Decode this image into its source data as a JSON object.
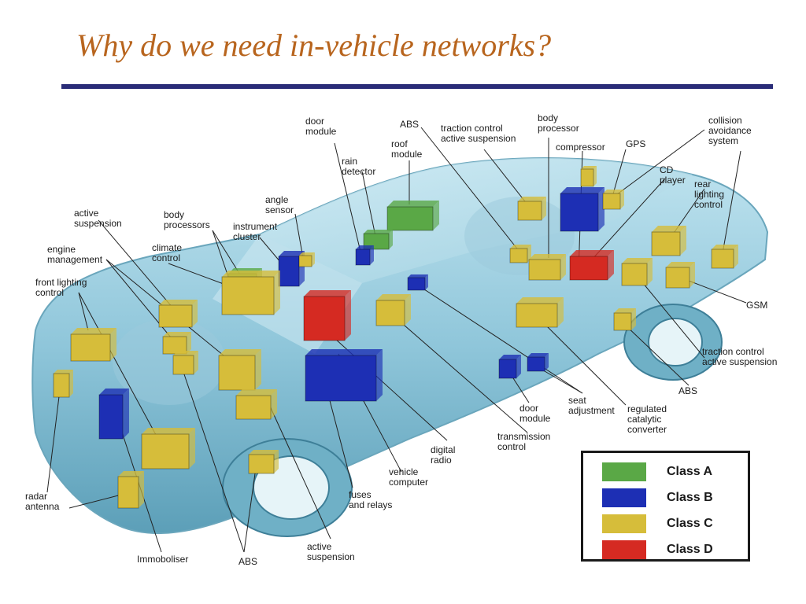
{
  "slide": {
    "title": "Why do we need in-vehicle networks?"
  },
  "classes": {
    "A": {
      "label": "Class A",
      "color": "#5aa846"
    },
    "B": {
      "label": "Class B",
      "color": "#1d2fb4"
    },
    "C": {
      "label": "Class C",
      "color": "#d6bd3a"
    },
    "D": {
      "label": "Class D",
      "color": "#d52a22"
    }
  },
  "legend": {
    "items": [
      {
        "class": "A",
        "label": "Class A"
      },
      {
        "class": "B",
        "label": "Class B"
      },
      {
        "class": "C",
        "label": "Class C"
      },
      {
        "class": "D",
        "label": "Class D"
      }
    ]
  },
  "labels": {
    "door_module_top": [
      "door",
      "module"
    ],
    "abs_top": [
      "ABS"
    ],
    "traction_top": [
      "traction control",
      "active suspension"
    ],
    "body_processor": [
      "body",
      "processor"
    ],
    "compressor": [
      "compressor"
    ],
    "gps": [
      "GPS"
    ],
    "collision": [
      "collision",
      "avoidance",
      "system"
    ],
    "roof_module": [
      "roof",
      "module"
    ],
    "rain_detector": [
      "rain",
      "detector"
    ],
    "cd_player": [
      "CD",
      "player"
    ],
    "rear_lighting": [
      "rear",
      "lighting",
      "control"
    ],
    "angle_sensor": [
      "angle",
      "sensor"
    ],
    "active_susp_left": [
      "active",
      "suspension"
    ],
    "body_processors": [
      "body",
      "processors"
    ],
    "instrument_cluster": [
      "instrument",
      "cluster"
    ],
    "engine_management": [
      "engine",
      "management"
    ],
    "climate_control": [
      "climate",
      "control"
    ],
    "front_lighting": [
      "front lighting",
      "control"
    ],
    "gsm": [
      "GSM"
    ],
    "traction_right": [
      "traction control",
      "active suspension"
    ],
    "abs_right": [
      "ABS"
    ],
    "seat_adjustment": [
      "seat",
      "adjustment"
    ],
    "door_module_bottom": [
      "door",
      "module"
    ],
    "regulated_catalytic": [
      "regulated",
      "catalytic",
      "converter"
    ],
    "transmission_control": [
      "transmission",
      "control"
    ],
    "digital_radio": [
      "digital",
      "radio"
    ],
    "vehicle_computer": [
      "vehicle",
      "computer"
    ],
    "fuses_relays": [
      "fuses",
      "and relays"
    ],
    "radar_antenna": [
      "radar",
      "antenna"
    ],
    "immoboliser": [
      "Immoboliser"
    ],
    "abs_bottom": [
      "ABS"
    ],
    "active_susp_bottom": [
      "active",
      "suspension"
    ]
  }
}
